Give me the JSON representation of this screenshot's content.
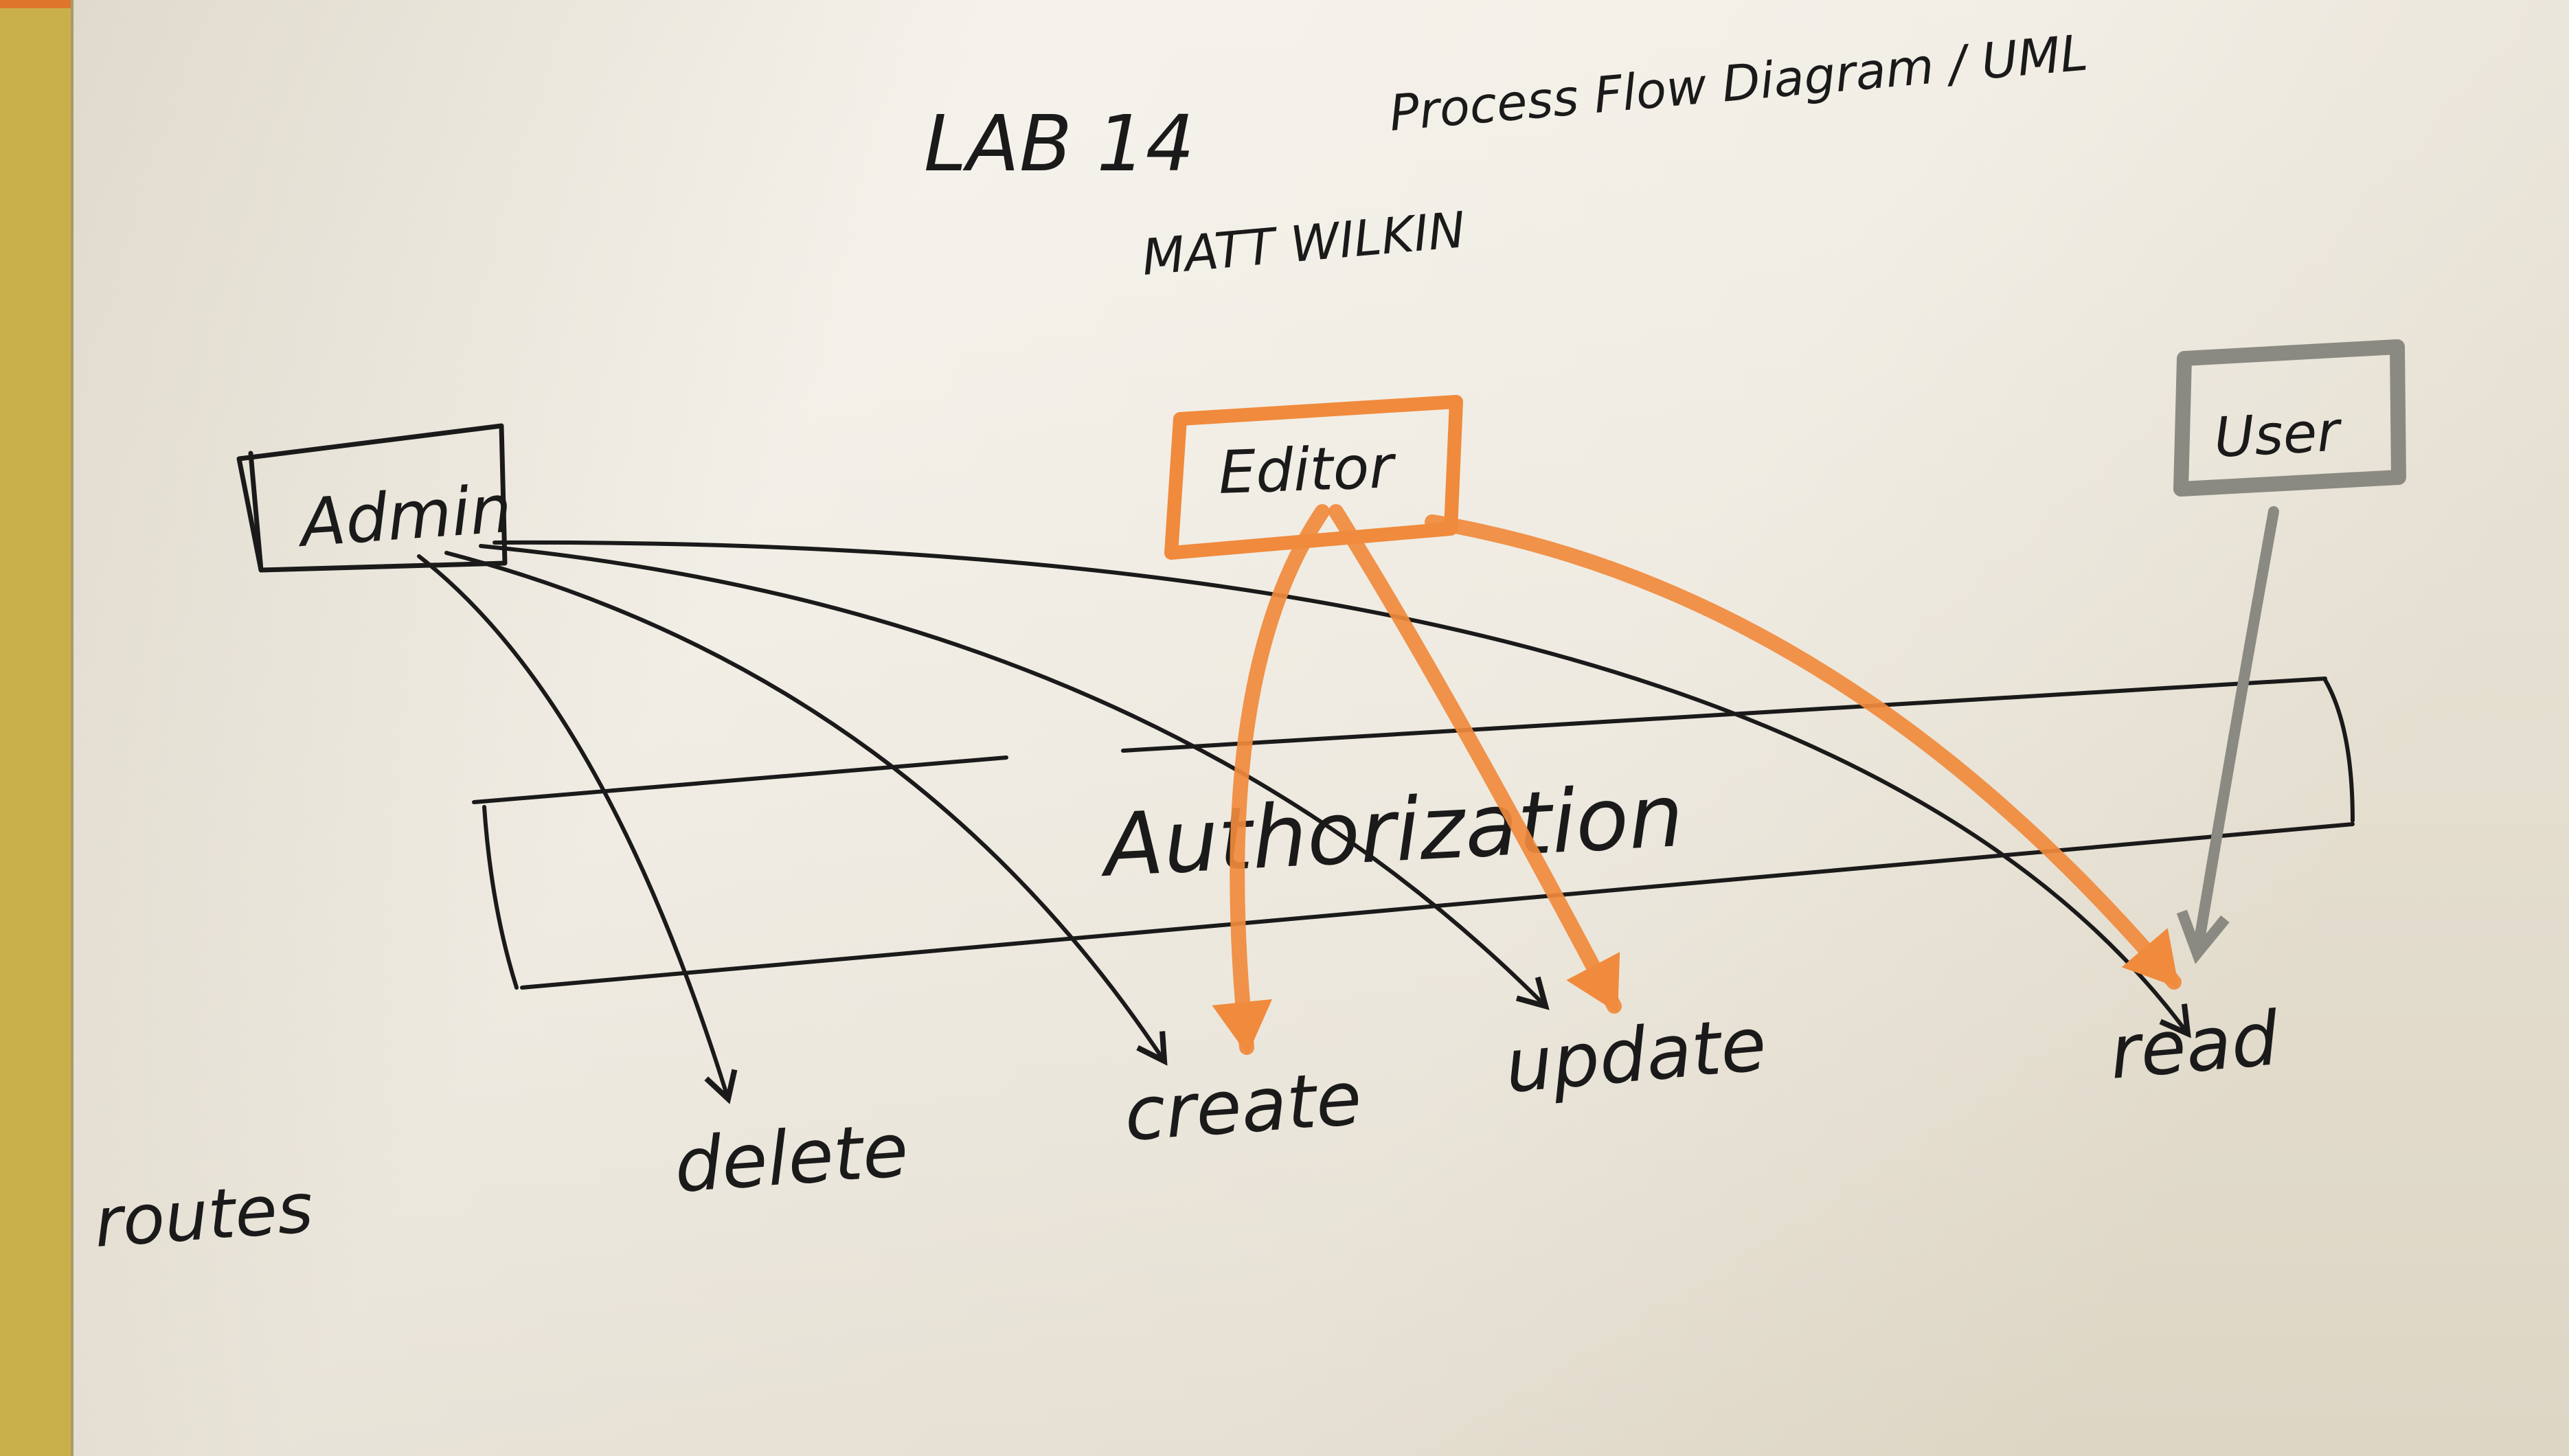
{
  "header": {
    "lab": "LAB 14",
    "subject": "Process Flow Diagram / UML",
    "author": "MATT WILKIN"
  },
  "roles": {
    "admin": "Admin",
    "editor": "Editor",
    "user": "User"
  },
  "middleware": "Authorization",
  "routes": {
    "delete": "delete",
    "create": "create",
    "update": "update",
    "read": "read"
  },
  "margin_note": "routes",
  "colors": {
    "ink": "#1a1a1a",
    "editor_orange": "#f08a3c",
    "user_gray": "#8a8a82",
    "paper": "#f3efe6",
    "notebook_yellow": "#c9b04a"
  },
  "flows": [
    {
      "from": "Admin",
      "to": "delete"
    },
    {
      "from": "Admin",
      "to": "create"
    },
    {
      "from": "Admin",
      "to": "update"
    },
    {
      "from": "Admin",
      "to": "read"
    },
    {
      "from": "Editor",
      "to": "create"
    },
    {
      "from": "Editor",
      "to": "update"
    },
    {
      "from": "Editor",
      "to": "read"
    },
    {
      "from": "User",
      "to": "read"
    }
  ]
}
